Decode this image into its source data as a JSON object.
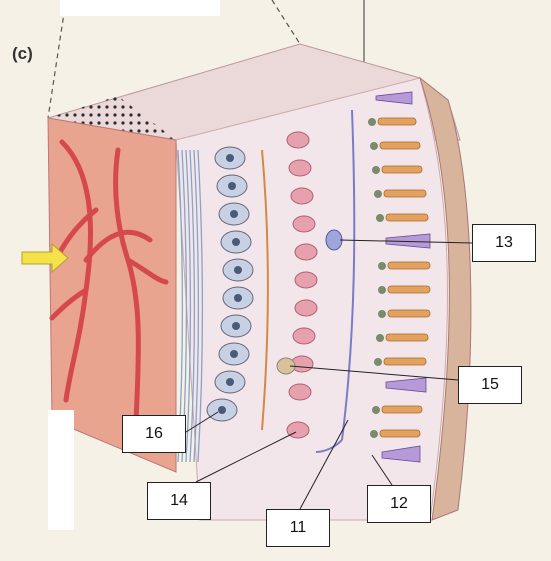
{
  "figure": {
    "panel_label": "(c)"
  },
  "callouts": [
    {
      "id": "13",
      "label": "13",
      "structure": "bipolar-cell-nucleus"
    },
    {
      "id": "15",
      "label": "15",
      "structure": "bipolar-cell"
    },
    {
      "id": "16",
      "label": "16",
      "structure": "ganglion-cell"
    },
    {
      "id": "14",
      "label": "14",
      "structure": "amacrine-cell"
    },
    {
      "id": "12",
      "label": "12",
      "structure": "cone-cell"
    },
    {
      "id": "11",
      "label": "11",
      "structure": "horizontal-cell"
    }
  ],
  "colors": {
    "background": "#f6f1e6",
    "choroid": "#e8a48e",
    "blood_vessel": "#d4484e",
    "nerve_fiber_layer": "#8aa3c6",
    "ganglion_cell": "#c8d0e4",
    "amacrine_cell": "#e79aa6",
    "bipolar_cell": "#e6a0ae",
    "horizontal_cell": "#7c7cc6",
    "rod_cell": "#e3a25f",
    "cone_cell": "#b69ad8",
    "pigment_epithelium": "#d8b49c",
    "arrow": "#f5e24a"
  }
}
